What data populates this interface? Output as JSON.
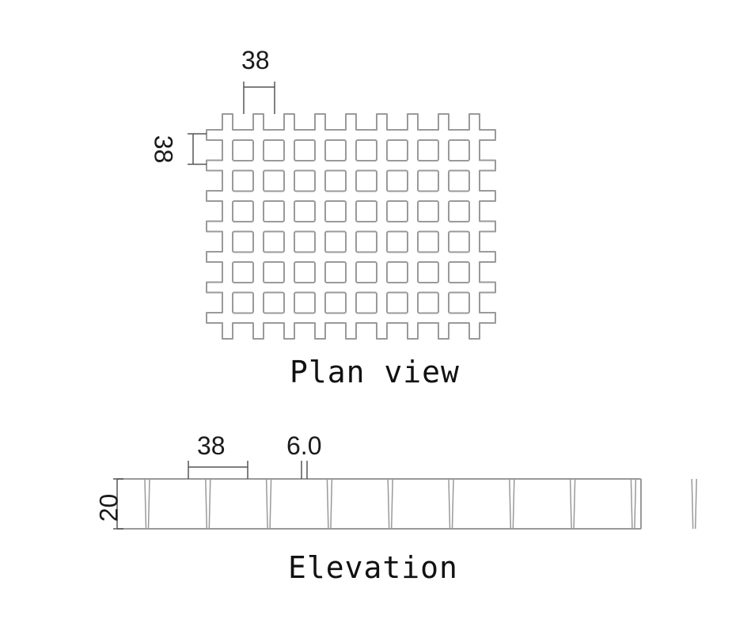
{
  "plan_view": {
    "caption": "Plan view",
    "dim_pitch_horizontal": "38",
    "dim_pitch_vertical": "38",
    "grid_columns": 8,
    "grid_rows": 6
  },
  "elevation": {
    "caption": "Elevation",
    "dim_pitch": "38",
    "dim_bar_thickness": "6.0",
    "dim_height": "20",
    "bar_count": 10
  },
  "colors": {
    "line": "#9a9a9a",
    "dim_line": "#555555",
    "text": "#111111"
  }
}
